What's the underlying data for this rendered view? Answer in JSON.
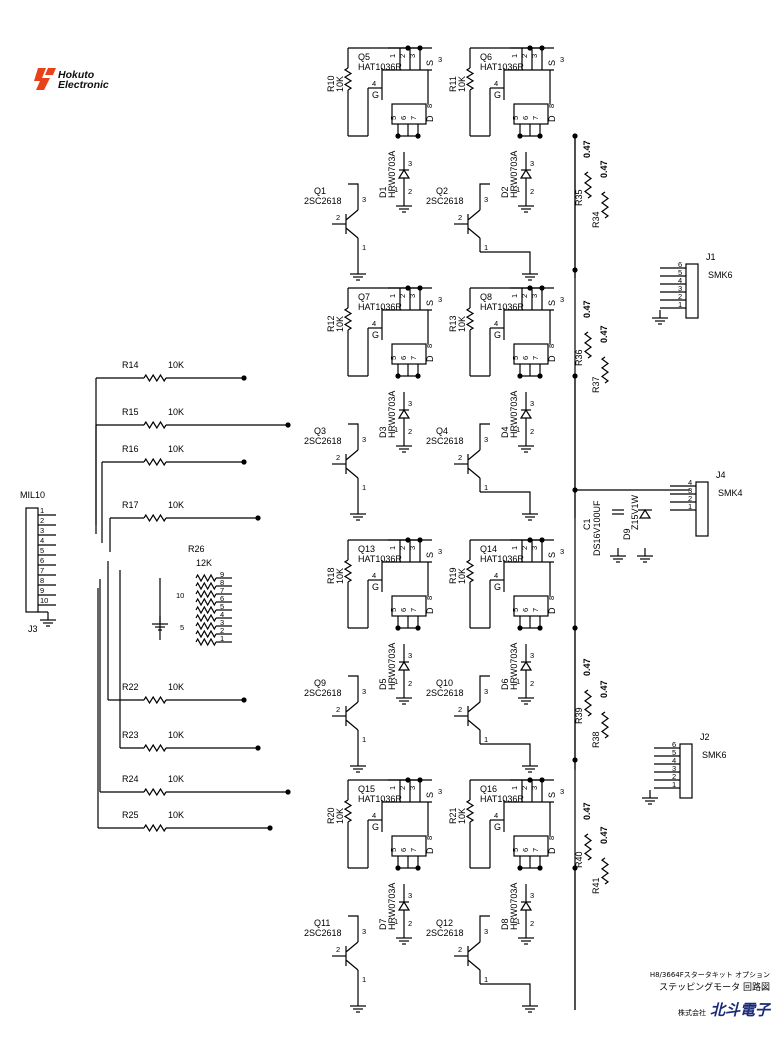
{
  "logo": {
    "line1": "Hokuto",
    "line2": "Electronic"
  },
  "footer": {
    "line1": "H8/3664Fスタータキット オプション",
    "line2": "ステッピングモータ 回路図",
    "company_prefix": "株式会社",
    "company_name": "北斗電子"
  },
  "colors": {
    "ink": "#000000",
    "logo_red": "#e8421a",
    "brand_blue": "#1a2b7a"
  },
  "connectors": {
    "mil10": {
      "name": "MIL10",
      "ref": "J3",
      "pins": [
        "1",
        "2",
        "3",
        "4",
        "5",
        "6",
        "7",
        "8",
        "9",
        "10"
      ]
    },
    "j1": {
      "ref": "J1",
      "type": "SMK6",
      "pins": [
        "6",
        "5",
        "4",
        "3",
        "2",
        "1"
      ]
    },
    "j2": {
      "ref": "J2",
      "type": "SMK6",
      "pins": [
        "6",
        "5",
        "4",
        "3",
        "2",
        "1"
      ]
    },
    "j4": {
      "ref": "J4",
      "type": "SMK4",
      "pins": [
        "4",
        "3",
        "2",
        "1"
      ]
    }
  },
  "resistors_in": [
    {
      "ref": "R14",
      "val": "10K"
    },
    {
      "ref": "R15",
      "val": "10K"
    },
    {
      "ref": "R16",
      "val": "10K"
    },
    {
      "ref": "R17",
      "val": "10K"
    },
    {
      "ref": "R22",
      "val": "10K"
    },
    {
      "ref": "R23",
      "val": "10K"
    },
    {
      "ref": "R24",
      "val": "10K"
    },
    {
      "ref": "R25",
      "val": "10K"
    }
  ],
  "rnet": {
    "ref": "R26",
    "val": "12K",
    "pins": [
      "9",
      "8",
      "7",
      "6",
      "5",
      "4",
      "3",
      "2",
      "1"
    ],
    "marks": [
      "10",
      "5"
    ]
  },
  "blocks": [
    {
      "left": {
        "q": "Q5",
        "part": "HAT1036R",
        "r": "R10",
        "d": "D1",
        "qs": "Q1"
      },
      "right": {
        "q": "Q6",
        "part": "HAT1036R",
        "r": "R11",
        "d": "D2",
        "qs": "Q2"
      }
    },
    {
      "left": {
        "q": "Q7",
        "part": "HAT1036R",
        "r": "R12",
        "d": "D3",
        "qs": "Q3"
      },
      "right": {
        "q": "Q8",
        "part": "HAT1036R",
        "r": "R13",
        "d": "D4",
        "qs": "Q4"
      }
    },
    {
      "left": {
        "q": "Q13",
        "part": "HAT1036R",
        "r": "R18",
        "d": "D5",
        "qs": "Q9"
      },
      "right": {
        "q": "Q14",
        "part": "HAT1036R",
        "r": "R19",
        "d": "D6",
        "qs": "Q10"
      }
    },
    {
      "left": {
        "q": "Q15",
        "part": "HAT1036R",
        "r": "R20",
        "d": "D7",
        "qs": "Q11"
      },
      "right": {
        "q": "Q16",
        "part": "HAT1036R",
        "r": "R21",
        "d": "D8",
        "qs": "Q12"
      }
    }
  ],
  "common": {
    "gate_r": "10K",
    "diode": "HRW0703A",
    "small_tr": "2SC2618",
    "pin_g": "G",
    "pin_s": "S",
    "pin_d": "D",
    "n1": "1",
    "n2": "2",
    "n3": "3",
    "n4": "4",
    "n5": "5",
    "n6": "6",
    "n7": "7",
    "n8": "8"
  },
  "sense": [
    {
      "ref": "R35",
      "val": "0.47"
    },
    {
      "ref": "R34",
      "val": "0.47"
    },
    {
      "ref": "R36",
      "val": "0.47"
    },
    {
      "ref": "R37",
      "val": "0.47"
    },
    {
      "ref": "R39",
      "val": "0.47"
    },
    {
      "ref": "R38",
      "val": "0.47"
    },
    {
      "ref": "R40",
      "val": "0.47"
    },
    {
      "ref": "R41",
      "val": "0.47"
    }
  ],
  "power": {
    "cap_ref": "C1",
    "cap_val": "DS16V100UF",
    "zener_ref": "D9",
    "zener_val": "Z15V1W"
  }
}
